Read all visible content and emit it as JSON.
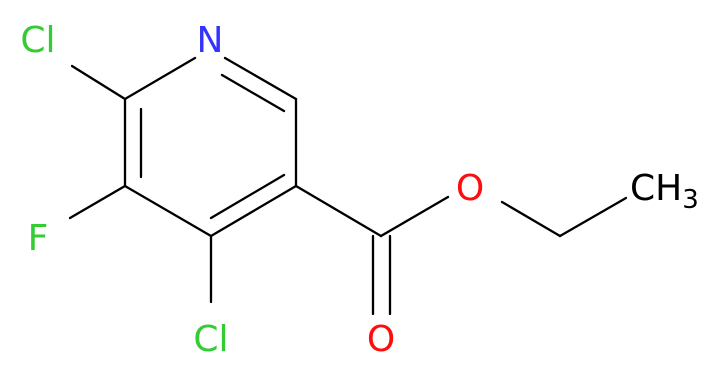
{
  "structure": {
    "atoms": {
      "cl_top": {
        "text": "Cl",
        "color": "#33cc33"
      },
      "n": {
        "text": "N",
        "color": "#3333ff"
      },
      "f": {
        "text": "F",
        "color": "#33cc33"
      },
      "o_ester": {
        "text": "O",
        "color": "#ff0d0d"
      },
      "ch3": {
        "text": "CH",
        "sub": "3",
        "color": "#000000"
      },
      "cl_bottom": {
        "text": "Cl",
        "color": "#33cc33"
      },
      "o_carbonyl": {
        "text": "O",
        "color": "#ff0d0d"
      }
    },
    "bond_color": "#000000"
  }
}
